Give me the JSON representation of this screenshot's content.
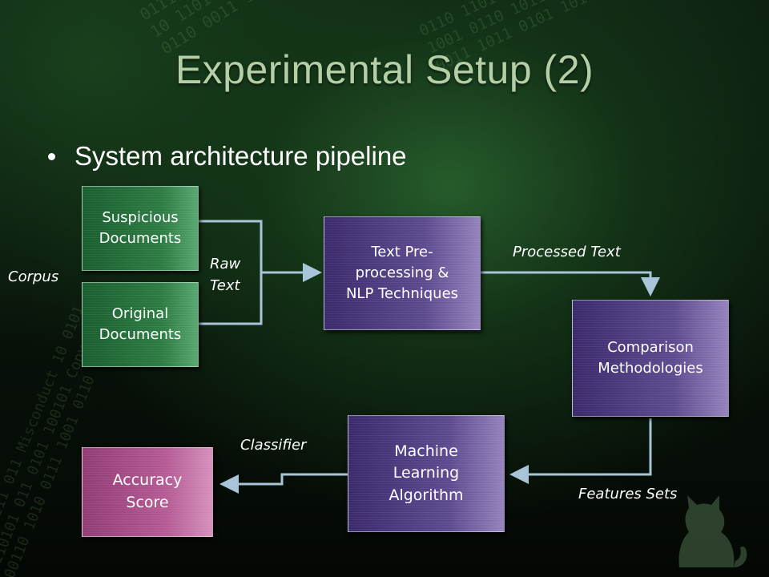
{
  "slide": {
    "title": "Experimental Setup (2)",
    "bullet": "System architecture pipeline"
  },
  "boxes": {
    "suspicious": {
      "line1": "Suspicious",
      "line2": "Documents"
    },
    "original": {
      "line1": "Original",
      "line2": "Documents"
    },
    "preprocessing": {
      "line1": "Text Pre-",
      "line2": "processing &",
      "line3": "NLP Techniques"
    },
    "comparison": {
      "line1": "Comparison",
      "line2": "Methodologies"
    },
    "ml": {
      "line1": "Machine",
      "line2": "Learning",
      "line3": "Algorithm"
    },
    "accuracy": {
      "line1": "Accuracy",
      "line2": "Score"
    }
  },
  "labels": {
    "corpus": "Corpus",
    "raw_text_1": "Raw",
    "raw_text_2": "Text",
    "processed_text": "Processed Text",
    "features_sets": "Features Sets",
    "classifier": "Classifier"
  },
  "colors": {
    "title": "#b4cfa6",
    "box_green": "#2d7d44",
    "box_purple": "#5d4b8f",
    "box_pink": "#b55b95",
    "connector": "#a8c4d8"
  },
  "icons": [
    "cat-silhouette-icon"
  ]
}
